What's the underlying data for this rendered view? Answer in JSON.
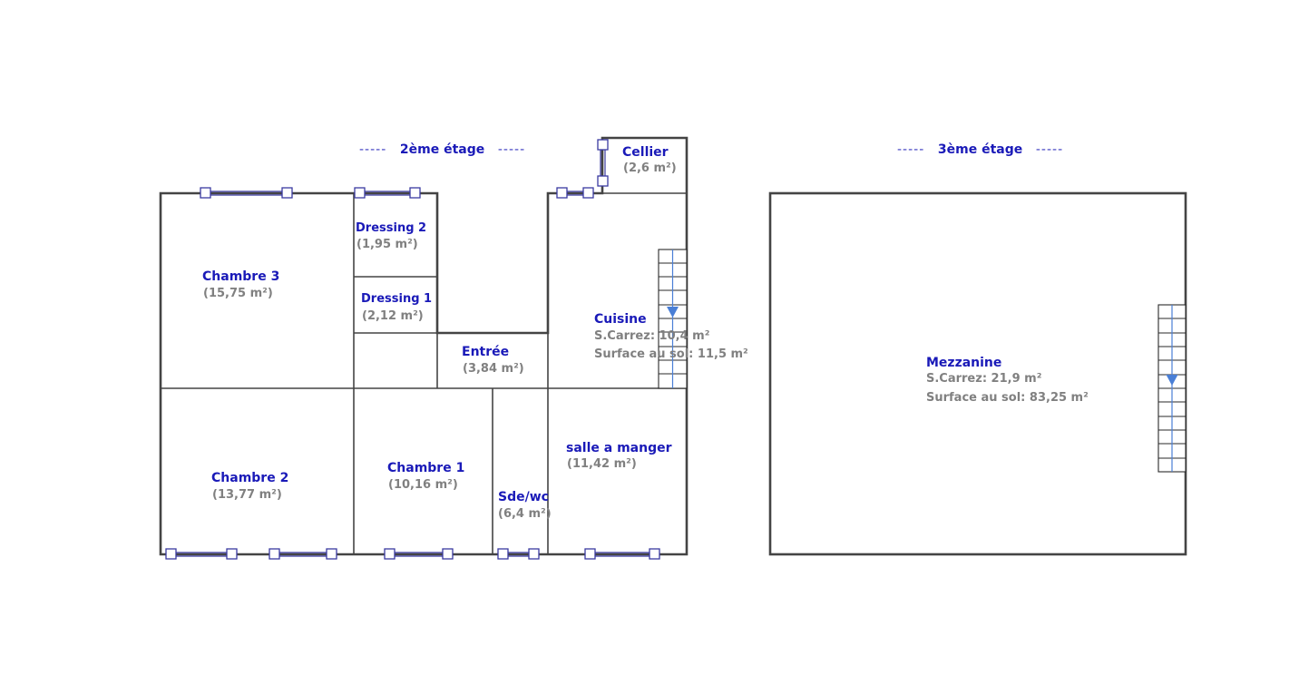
{
  "floors": {
    "second": {
      "title": "2ème étage",
      "dashes": "-----",
      "rooms": {
        "cellier": {
          "name": "Cellier",
          "area": "(2,6 m²)"
        },
        "dressing2": {
          "name": "Dressing 2",
          "area": "(1,95 m²)"
        },
        "dressing1": {
          "name": "Dressing 1",
          "area": "(2,12 m²)"
        },
        "chambre3": {
          "name": "Chambre 3",
          "area": "(15,75 m²)"
        },
        "cuisine": {
          "name": "Cuisine",
          "carrez": "S.Carrez: 10,4 m²",
          "sol": "Surface au sol: 11,5 m²"
        },
        "entree": {
          "name": "Entrée",
          "area": "(3,84 m²)"
        },
        "chambre2": {
          "name": "Chambre 2",
          "area": "(13,77 m²)"
        },
        "chambre1": {
          "name": "Chambre 1",
          "area": "(10,16 m²)"
        },
        "sdewc": {
          "name": "Sde/wc",
          "area": "(6,4 m²)"
        },
        "salle": {
          "name": "salle a manger",
          "area": "(11,42 m²)"
        }
      }
    },
    "third": {
      "title": "3ème étage",
      "dashes": "-----",
      "rooms": {
        "mezzanine": {
          "name": "Mezzanine",
          "carrez": "S.Carrez: 21,9 m²",
          "sol": "Surface au sol: 83,25 m²"
        }
      }
    }
  },
  "colors": {
    "label": "#1a1ab8",
    "area": "#808080",
    "wall": "#444444",
    "window": "#3a3aa0",
    "stair_arrow": "#4a7fd6"
  }
}
